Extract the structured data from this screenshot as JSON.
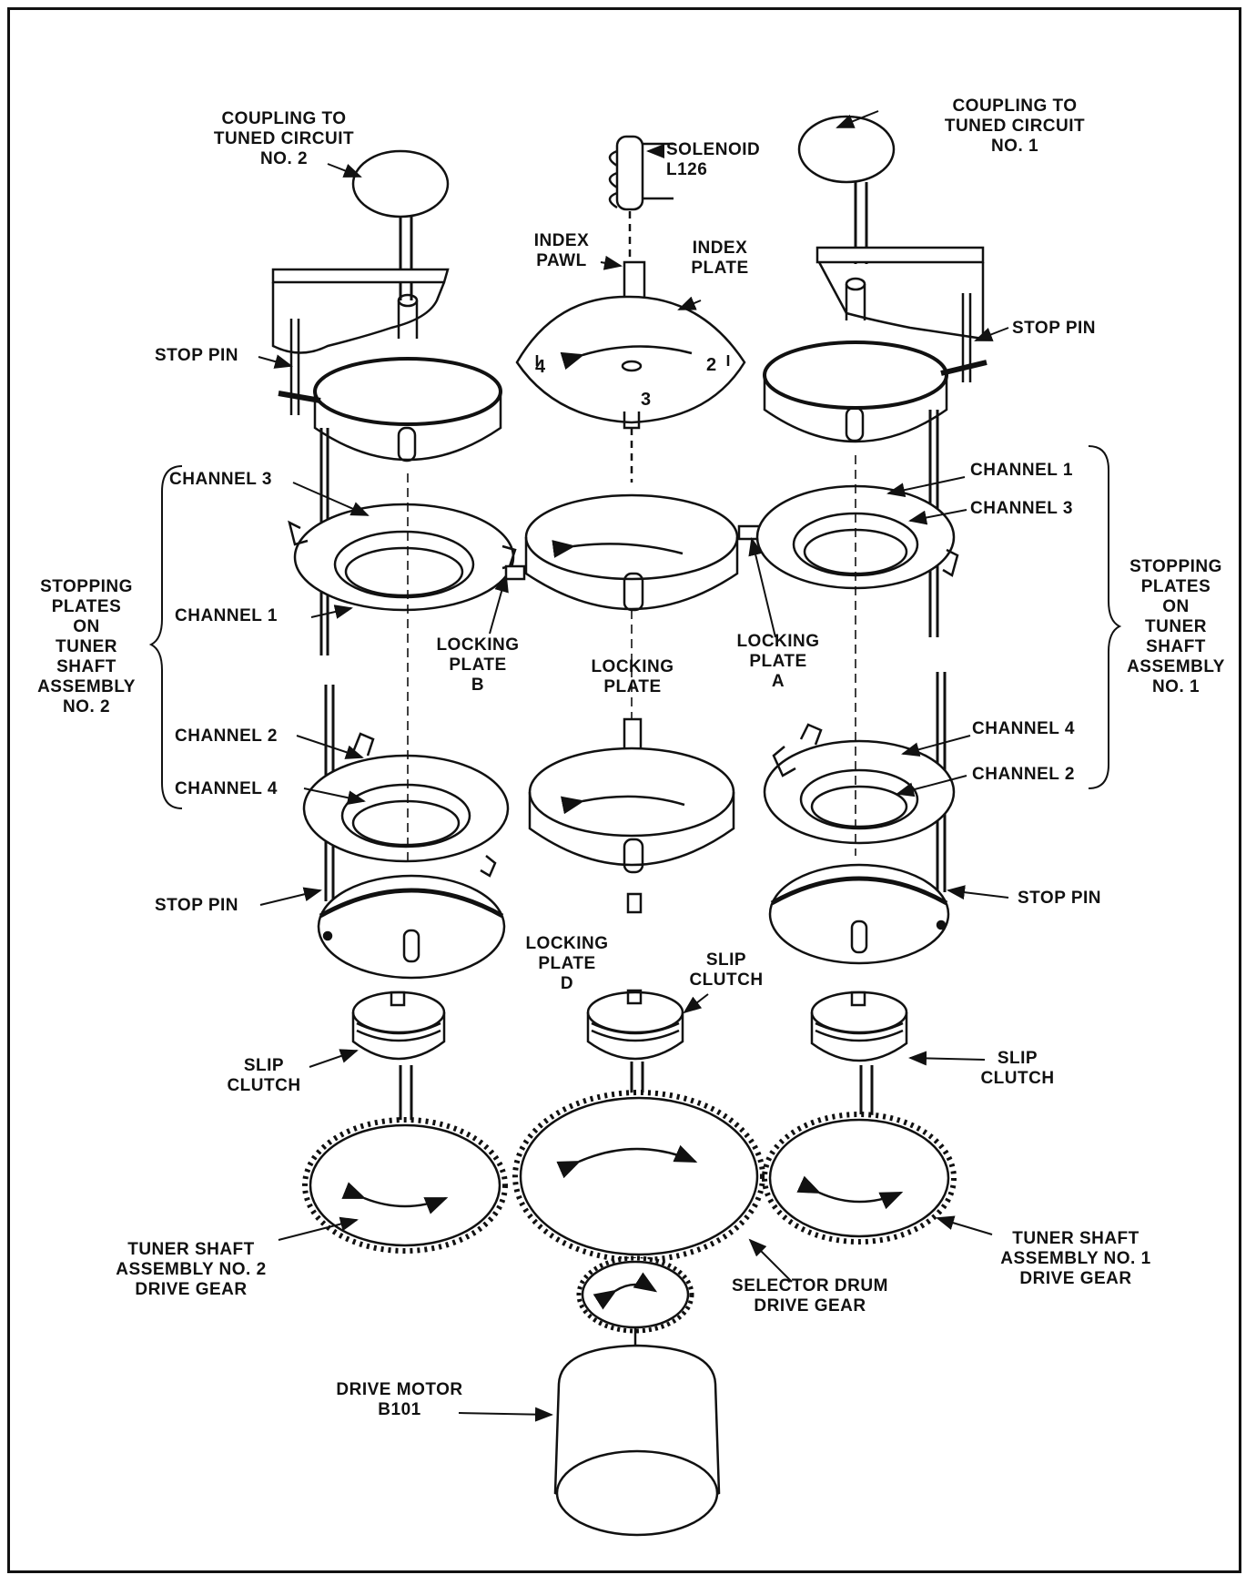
{
  "labels": {
    "coupling2": "COUPLING TO\nTUNED CIRCUIT\nNO. 2",
    "coupling1": "COUPLING TO\nTUNED CIRCUIT\nNO. 1",
    "solenoid": "SOLENOID\nL126",
    "index_pawl": "INDEX\nPAWL",
    "index_plate": "INDEX\nPLATE",
    "stop_pin_tl": "STOP PIN",
    "stop_pin_tr": "STOP PIN",
    "stop_pin_bl": "STOP PIN",
    "stop_pin_br": "STOP PIN",
    "channel3_l": "CHANNEL 3",
    "channel1_l": "CHANNEL 1",
    "channel2_l": "CHANNEL 2",
    "channel4_l": "CHANNEL 4",
    "channel1_r": "CHANNEL 1",
    "channel3_r": "CHANNEL 3",
    "channel4_r": "CHANNEL 4",
    "channel2_r": "CHANNEL 2",
    "stopping_plates2": "STOPPING\nPLATES\nON\nTUNER\nSHAFT\nASSEMBLY\nNO. 2",
    "stopping_plates1": "STOPPING\nPLATES\nON\nTUNER\nSHAFT\nASSEMBLY\nNO. 1",
    "locking_plate_b": "LOCKING\nPLATE\nB",
    "locking_plate_a": "LOCKING\nPLATE\nA",
    "locking_plate": "LOCKING\nPLATE",
    "locking_plate_d": "LOCKING\nPLATE\nD",
    "slip_clutch_l": "SLIP\nCLUTCH",
    "slip_clutch_c": "SLIP\nCLUTCH",
    "slip_clutch_r": "SLIP\nCLUTCH",
    "tuner_gear2": "TUNER SHAFT\nASSEMBLY NO. 2\nDRIVE GEAR",
    "tuner_gear1": "TUNER SHAFT\nASSEMBLY NO. 1\nDRIVE GEAR",
    "selector_gear": "SELECTOR DRUM\nDRIVE GEAR",
    "drive_motor": "DRIVE MOTOR\nB101"
  },
  "index_numbers": {
    "n4": "4",
    "n2": "2",
    "n3": "3"
  }
}
